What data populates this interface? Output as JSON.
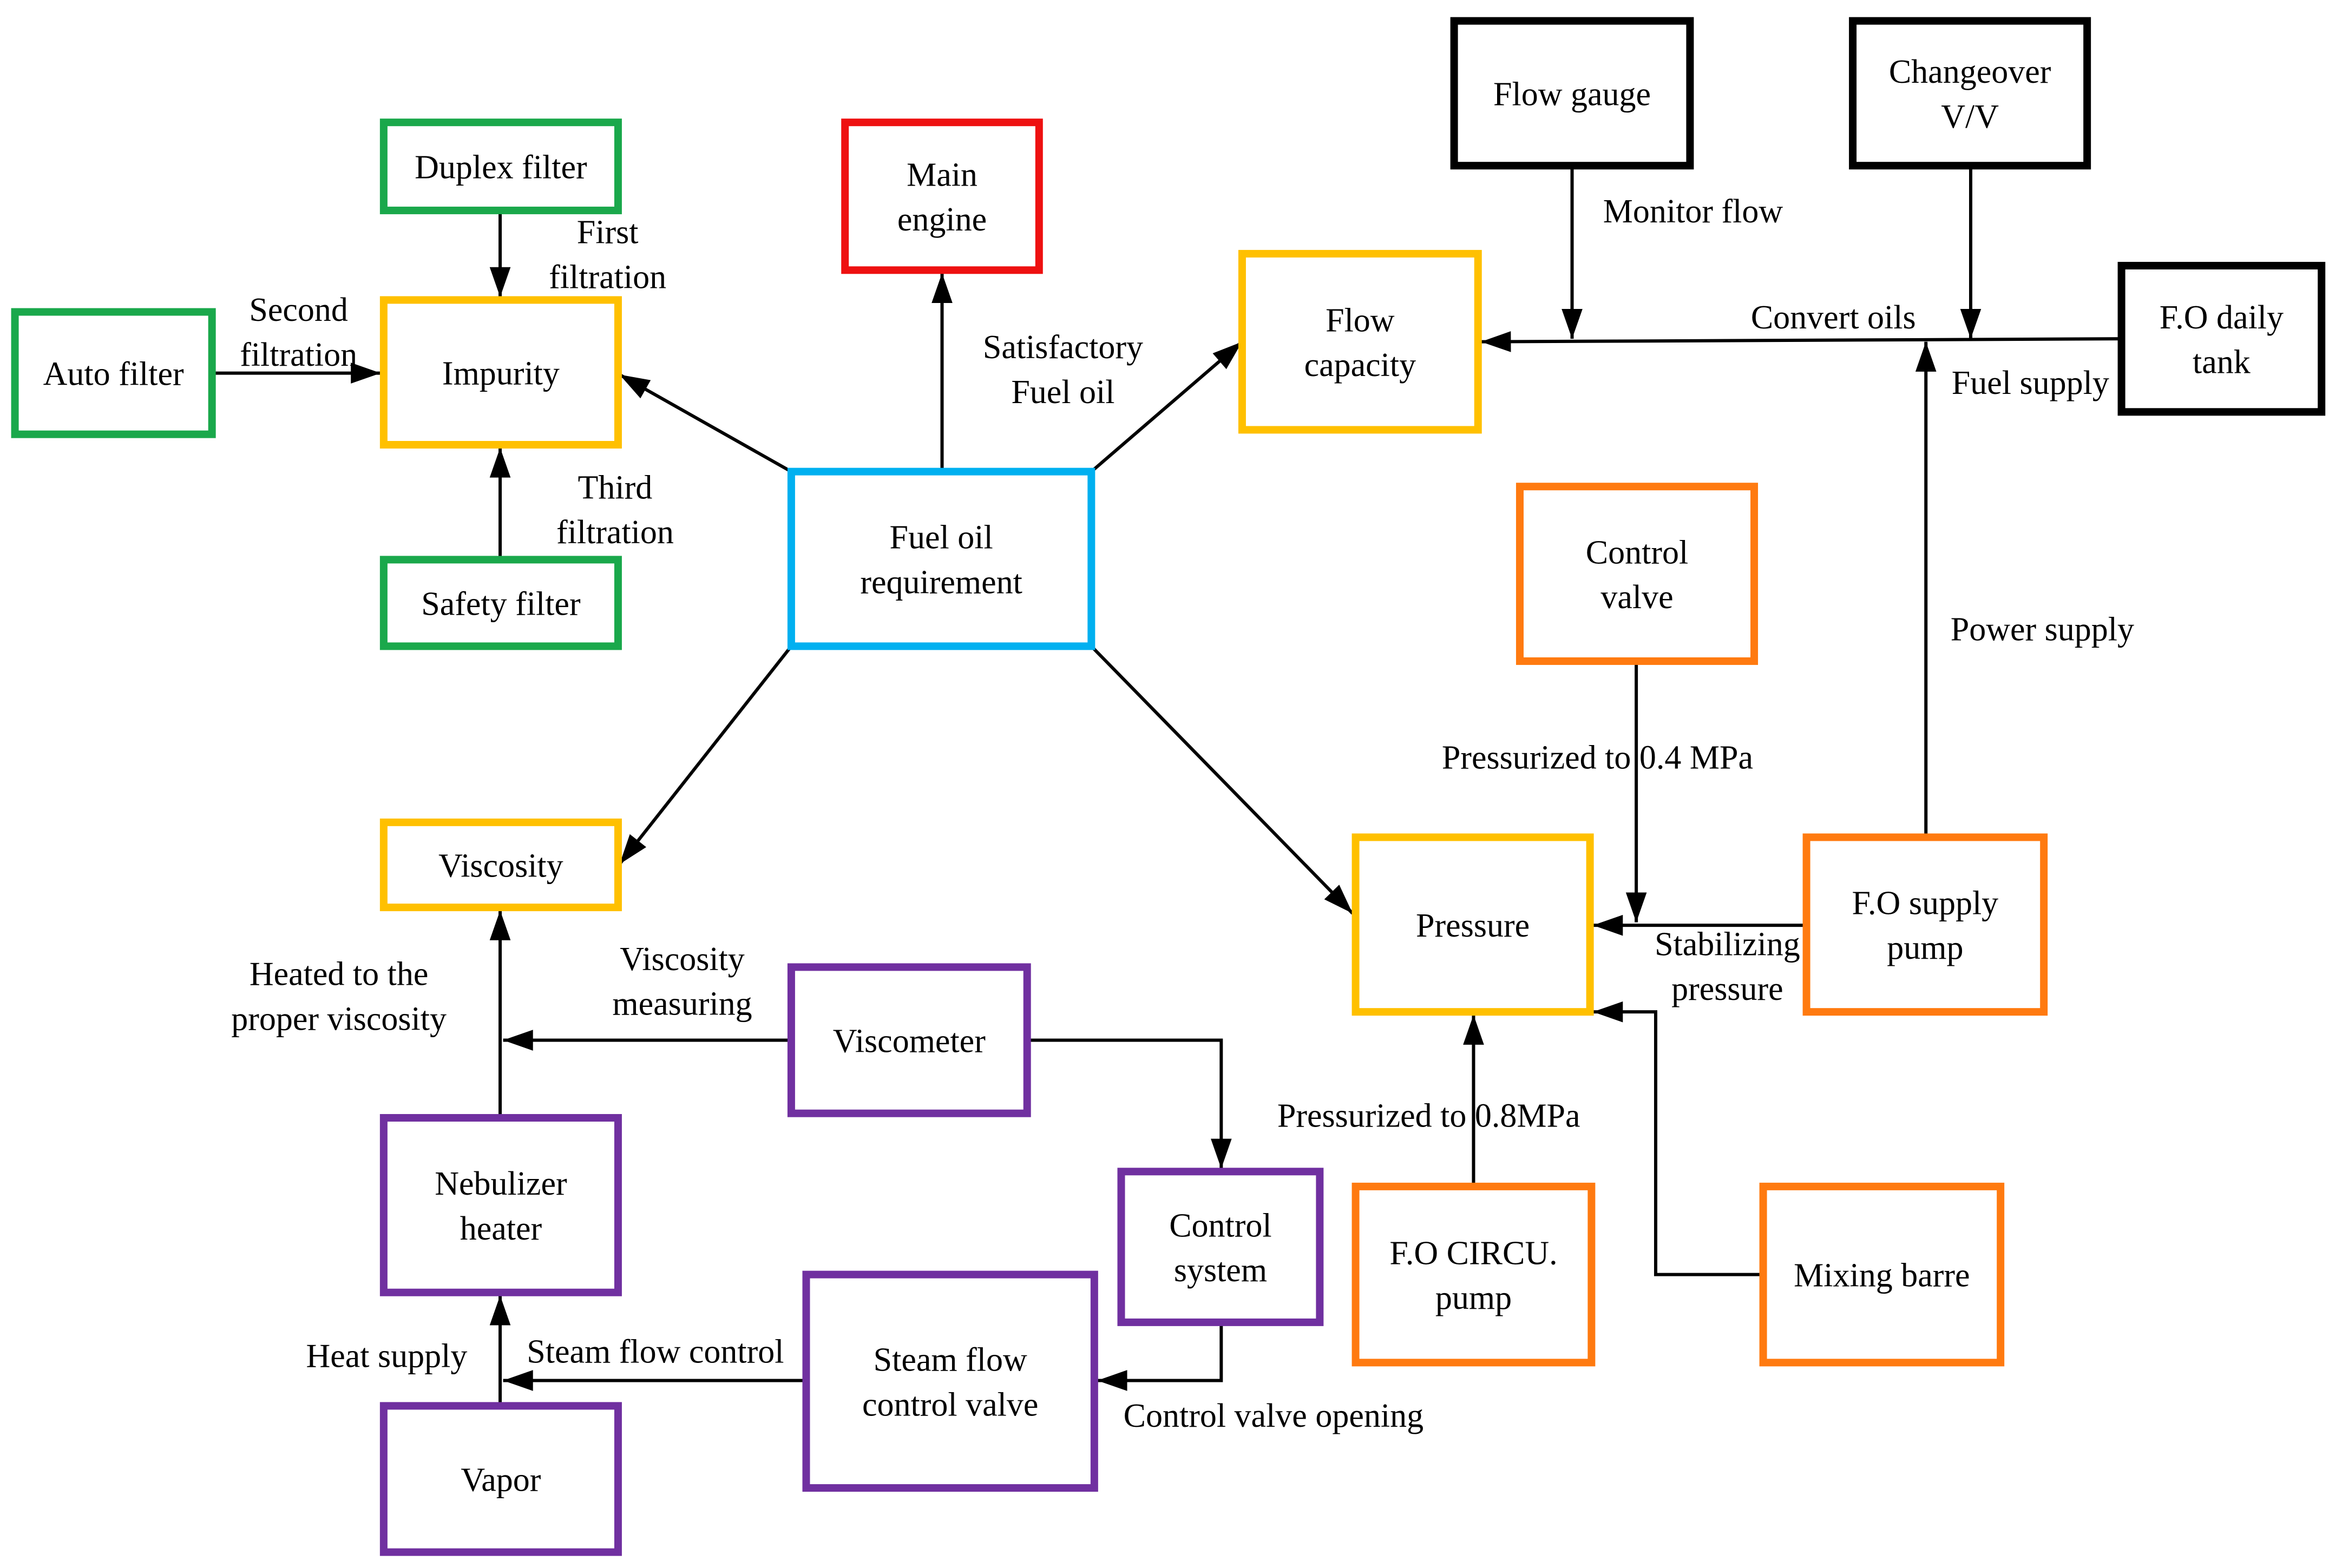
{
  "colors": {
    "green": "#1aa84b",
    "yellow": "#ffc000",
    "red": "#ee1111",
    "blue": "#00b0f0",
    "black": "#000000",
    "orange": "#ff7a10",
    "purple": "#7030a0"
  },
  "nodes": {
    "duplex_filter": [
      "Duplex filter"
    ],
    "auto_filter": [
      "Auto filter"
    ],
    "safety_filter": [
      "Safety filter"
    ],
    "impurity": [
      "Impurity"
    ],
    "main_engine": [
      "Main",
      "engine"
    ],
    "fuel_oil_requirement": [
      "Fuel oil",
      "requirement"
    ],
    "flow_capacity": [
      "Flow",
      "capacity"
    ],
    "flow_gauge": [
      "Flow gauge"
    ],
    "changeover_vv": [
      "Changeover",
      "V/V"
    ],
    "fo_daily_tank": [
      "F.O daily",
      "tank"
    ],
    "control_valve": [
      "Control",
      "valve"
    ],
    "pressure": [
      "Pressure"
    ],
    "fo_supply_pump": [
      "F.O supply",
      "pump"
    ],
    "fo_circu_pump": [
      "F.O CIRCU.",
      "pump"
    ],
    "mixing_barre": [
      "Mixing barre"
    ],
    "viscosity": [
      "Viscosity"
    ],
    "viscometer": [
      "Viscometer"
    ],
    "nebulizer_heater": [
      "Nebulizer",
      "heater"
    ],
    "control_system": [
      "Control",
      "system"
    ],
    "steam_flow_control_valve": [
      "Steam flow",
      "control valve"
    ],
    "vapor": [
      "Vapor"
    ]
  },
  "edge_labels": {
    "first_filtration": [
      "First",
      "filtration"
    ],
    "second_filtration": [
      "Second",
      "filtration"
    ],
    "third_filtration": [
      "Third",
      "filtration"
    ],
    "satisfactory_fuel_oil": [
      "Satisfactory",
      "Fuel oil"
    ],
    "monitor_flow": [
      "Monitor flow"
    ],
    "convert_oils": [
      "Convert oils"
    ],
    "fuel_supply": [
      "Fuel supply"
    ],
    "power_supply": [
      "Power supply"
    ],
    "pressurized_04": [
      "Pressurized to 0.4 MPa"
    ],
    "stabilizing_pressure": [
      "Stabilizing",
      "pressure"
    ],
    "pressurized_08": [
      "Pressurized to 0.8MPa"
    ],
    "heated_proper_viscosity": [
      "Heated to the",
      "proper viscosity"
    ],
    "viscosity_measuring": [
      "Viscosity",
      "measuring"
    ],
    "heat_supply": [
      "Heat supply"
    ],
    "steam_flow_control": [
      "Steam flow control"
    ],
    "control_valve_opening": [
      "Control valve opening"
    ]
  }
}
